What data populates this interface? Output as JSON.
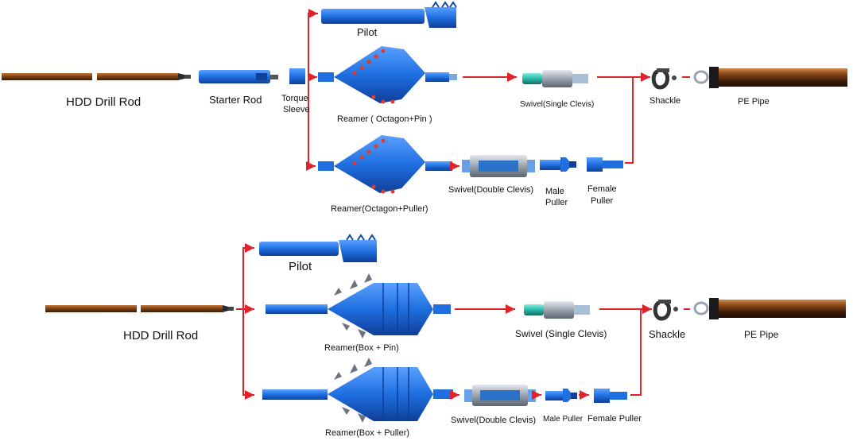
{
  "colors": {
    "arrow": "#e0232a",
    "tool_blue": "#1f6fe0",
    "tool_dark": "#1245a8",
    "rod": "#8a4a1c",
    "cutter": "#e23a2a",
    "swivel_teal": "#2bb9a9"
  },
  "top": {
    "drill_rod": "HDD Drill Rod",
    "starter_rod": "Starter Rod",
    "torque_sleeve_1": "Torque",
    "torque_sleeve_2": "Sleeve",
    "pilot": "Pilot",
    "reamer_pin": "Reamer ( Octagon+Pin )",
    "reamer_puller": "Reamer(Octagon+Puller)",
    "swivel_single": "Swivel(Single Clevis)",
    "swivel_double": "Swivel(Double Clevis)",
    "male_puller_1": "Male",
    "male_puller_2": "Puller",
    "female_puller_1": "Female",
    "female_puller_2": "Puller",
    "shackle": "Shackle",
    "pe_pipe": "PE Pipe"
  },
  "bottom": {
    "drill_rod": "HDD Drill Rod",
    "pilot": "Pilot",
    "reamer_pin": "Reamer(Box + Pin)",
    "reamer_puller": "Reamer(Box + Puller)",
    "swivel_single": "Swivel (Single Clevis)",
    "swivel_double": "Swivel(Double Clevis)",
    "male_puller": "Male Puller",
    "female_puller": "Female Puller",
    "shackle": "Shackle",
    "pe_pipe": "PE Pipe"
  }
}
